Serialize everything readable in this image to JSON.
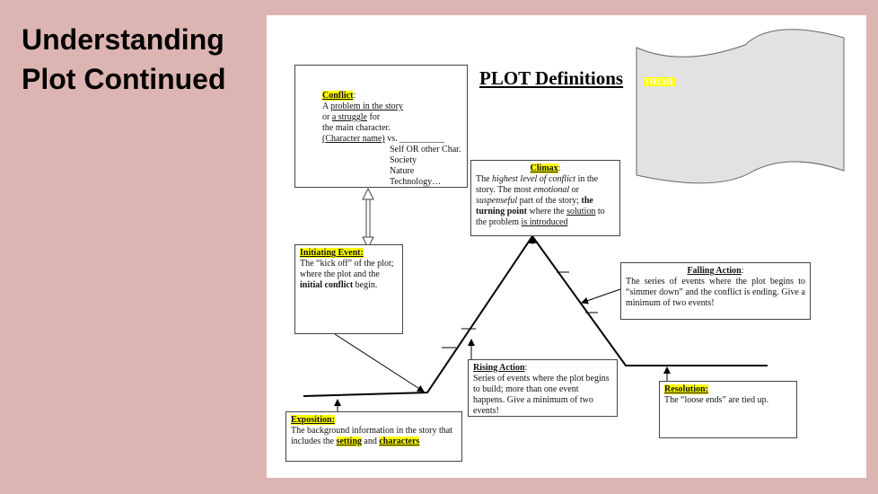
{
  "slide": {
    "title_line1": "Understanding",
    "title_line2": "Plot Continued"
  },
  "diagram": {
    "title": "PLOT Definitions",
    "theme": {
      "label": "THEME"
    },
    "conflict": {
      "label": "Conflict",
      "colon": ":",
      "l1a": "A ",
      "l1b": "problem in the story",
      "l2a": "or ",
      "l2b": "a struggle",
      "l2c": " for",
      "l3": "the main character.",
      "l4a": "(Character name)",
      "l4b": " vs. __________",
      "o1": "Self  OR other Char.",
      "o2": "Society",
      "o3": "Nature",
      "o4": "Technology…"
    },
    "climax": {
      "label": "Climax",
      "colon": ":",
      "t1": "The ",
      "t2": "highest level of conflict",
      "t3": " in the story. The most ",
      "t4": "emotional",
      "t5": " or ",
      "t6": "suspenseful",
      "t7": " part of the story; ",
      "t8": "the turning point",
      "t9": " where the ",
      "t10": "solution",
      "t11": " to the problem ",
      "t12": "is introduced"
    },
    "initiating": {
      "label": "Initiating Event:",
      "t1": "The “kick off” of the plot; where the plot and the ",
      "t2": "initial conflict",
      "t3": " begin."
    },
    "falling": {
      "label": "Falling Action",
      "colon": ":",
      "text": "The series of events where the plot begins to “simmer down” and the conflict is ending. Give a minimum of two events!"
    },
    "rising": {
      "label": "Rising Action",
      "colon": ":",
      "text": "Series of events where the plot begins to build; more than one event happens. Give a minimum of two events!"
    },
    "resolution": {
      "label": "Resolution:",
      "text": "The “loose ends” are tied up."
    },
    "exposition": {
      "label": "Exposition:",
      "t1": "The background information in the story that includes the ",
      "t2": "setting",
      "t3": " and ",
      "t4": "characters"
    }
  }
}
